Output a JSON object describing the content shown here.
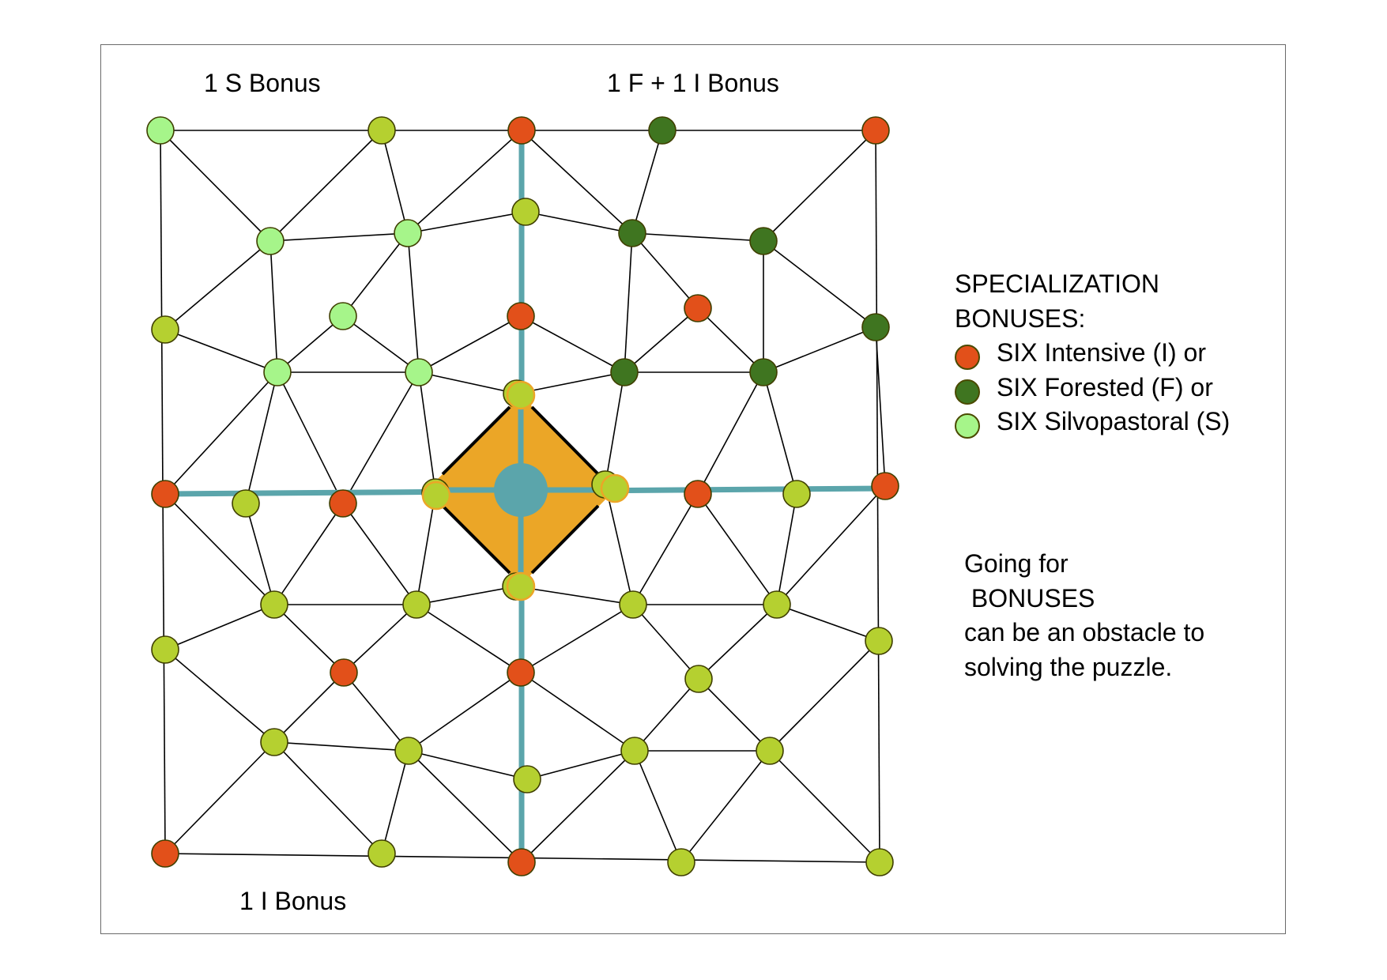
{
  "labels": {
    "top_left": "1 S  Bonus",
    "top_right": "1 F + 1 I  Bonus",
    "bottom": "1 I  Bonus"
  },
  "legend": {
    "title_1": "SPECIALIZATION",
    "title_2": "BONUSES:",
    "items": [
      {
        "label": "SIX Intensive  (I) or",
        "color": "#e2501a"
      },
      {
        "label": "SIX Forested  (F) or",
        "color": "#3f7520"
      },
      {
        "label": "SIX Silvopastoral (S)",
        "color": "#a6f58a"
      }
    ]
  },
  "note": {
    "line_1": "Going for",
    "line_2": " BONUSES",
    "line_3": "can be an obstacle to",
    "line_4": "solving the puzzle."
  },
  "colors": {
    "intensive": "#e2501a",
    "forested": "#3f7520",
    "silvopastoral": "#a6f58a",
    "default_node": "#b5d030",
    "axis_line": "#5ba5ab",
    "center_diamond": "#eba627",
    "center_hub": "#5ba5ab",
    "edge": "#000000"
  }
}
